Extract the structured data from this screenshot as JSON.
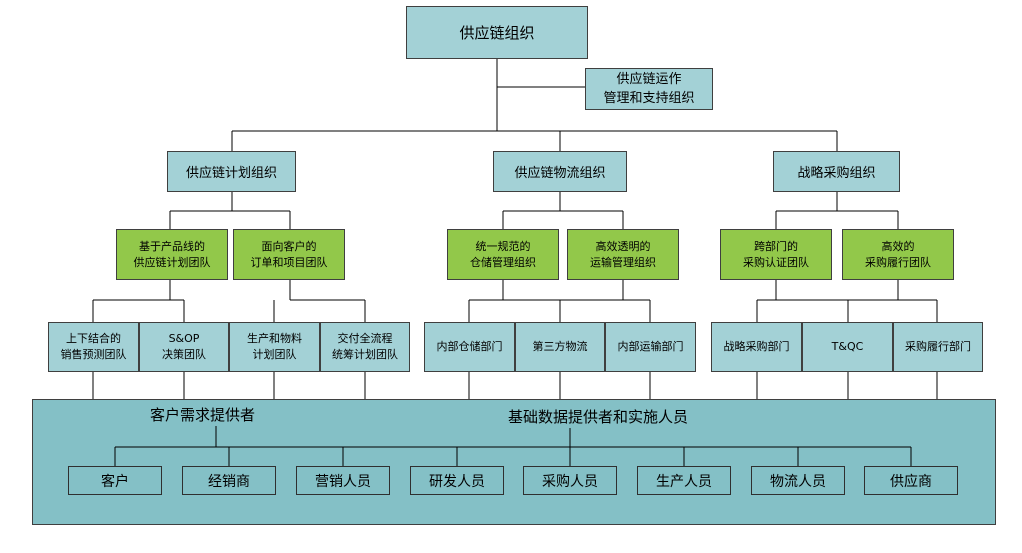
{
  "root": {
    "label": "供应链组织"
  },
  "support": {
    "line1": "供应链运作",
    "line2": "管理和支持组织"
  },
  "branches": [
    {
      "label": "供应链计划组织",
      "teams": [
        {
          "line1": "基于产品线的",
          "line2": "供应链计划团队"
        },
        {
          "line1": "面向客户的",
          "line2": "订单和项目团队"
        }
      ],
      "units": [
        {
          "line1": "上下结合的",
          "line2": "销售预测团队"
        },
        {
          "line1": "S&OP",
          "line2": "决策团队"
        },
        {
          "line1": "生产和物料",
          "line2": "计划团队"
        },
        {
          "line1": "交付全流程",
          "line2": "统筹计划团队"
        }
      ]
    },
    {
      "label": "供应链物流组织",
      "teams": [
        {
          "line1": "统一规范的",
          "line2": "仓储管理组织"
        },
        {
          "line1": "高效透明的",
          "line2": "运输管理组织"
        }
      ],
      "units": [
        {
          "line1": "内部仓储部门",
          "line2": ""
        },
        {
          "line1": "第三方物流",
          "line2": ""
        },
        {
          "line1": "内部运输部门",
          "line2": ""
        }
      ]
    },
    {
      "label": "战略采购组织",
      "teams": [
        {
          "line1": "跨部门的",
          "line2": "采购认证团队"
        },
        {
          "line1": "高效的",
          "line2": "采购履行团队"
        }
      ],
      "units": [
        {
          "line1": "战略采购部门",
          "line2": ""
        },
        {
          "line1": "T&QC",
          "line2": ""
        },
        {
          "line1": "采购履行部门",
          "line2": ""
        }
      ]
    }
  ],
  "bottom": {
    "demand_label": "客户需求提供者",
    "data_label": "基础数据提供者和实施人员",
    "actors": [
      "客户",
      "经销商",
      "营销人员",
      "研发人员",
      "采购人员",
      "生产人员",
      "物流人员",
      "供应商"
    ]
  },
  "colors": {
    "teal": "#a3d1d6",
    "green": "#92c84a",
    "bar": "#84c0c6"
  }
}
